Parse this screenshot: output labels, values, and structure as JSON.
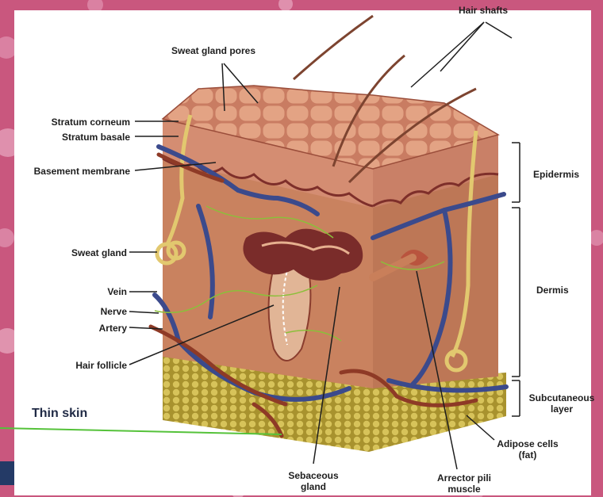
{
  "labels": {
    "hair_shafts": "Hair shafts",
    "sweat_gland_pores": "Sweat gland pores",
    "stratum_corneum": "Stratum corneum",
    "stratum_basale": "Stratum basale",
    "basement_membrane": "Basement membrane",
    "sweat_gland": "Sweat gland",
    "vein": "Vein",
    "nerve": "Nerve",
    "artery": "Artery",
    "hair_follicle": "Hair follicle",
    "sebaceous_gland_line1": "Sebaceous",
    "sebaceous_gland_line2": "gland",
    "arrector_pili_line1": "Arrector pili",
    "arrector_pili_line2": "muscle",
    "adipose_line1": "Adipose cells",
    "adipose_line2": "(fat)",
    "epidermis": "Epidermis",
    "dermis": "Dermis",
    "subcutaneous_line1": "Subcutaneous",
    "subcutaneous_line2": "layer"
  },
  "caption": "Thin skin",
  "colors": {
    "background_histology": "#c9577e",
    "epidermis": "#d58f72",
    "dermis": "#cf8a66",
    "vein": "#3b4a8c",
    "artery": "#8e3a26",
    "nerve": "#8bbf3a",
    "sweat_gland": "#e2c86f",
    "adipose": "#b7a33f",
    "caption_line": "#55c23a"
  }
}
